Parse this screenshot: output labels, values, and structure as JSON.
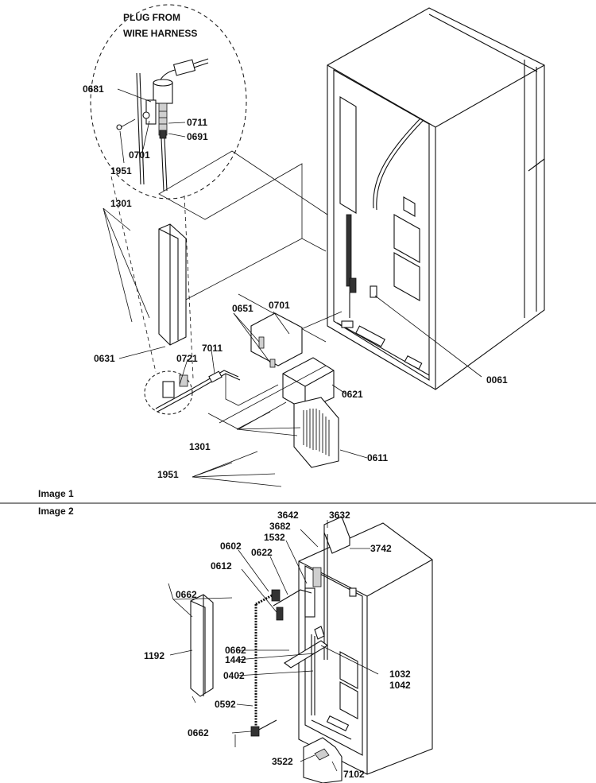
{
  "image1": {
    "caption": "Image 1",
    "callout_text": [
      "PLUG FROM",
      "WIRE HARNESS"
    ],
    "labels": {
      "p0681": "0681",
      "p0711": "0711",
      "p0691": "0691",
      "p0701a": "0701",
      "p1951a": "1951",
      "p1301a": "1301",
      "p0651": "0651",
      "p0701b": "0701",
      "p0631": "0631",
      "p0721": "0721",
      "p7011": "7011",
      "p0621": "0621",
      "p0061": "0061",
      "p1301b": "1301",
      "p0611": "0611",
      "p1951b": "1951"
    }
  },
  "image2": {
    "caption": "Image 2",
    "labels": {
      "p3642": "3642",
      "p3632": "3632",
      "p3682": "3682",
      "p1532": "1532",
      "p3742": "3742",
      "p0602": "0602",
      "p0622": "0622",
      "p0612": "0612",
      "p0662a": "0662",
      "p1192": "1192",
      "p0662b": "0662",
      "p1442": "1442",
      "p0402": "0402",
      "p1032": "1032",
      "p1042": "1042",
      "p0592": "0592",
      "p0662c": "0662",
      "p3522": "3522",
      "p7102": "7102"
    }
  }
}
